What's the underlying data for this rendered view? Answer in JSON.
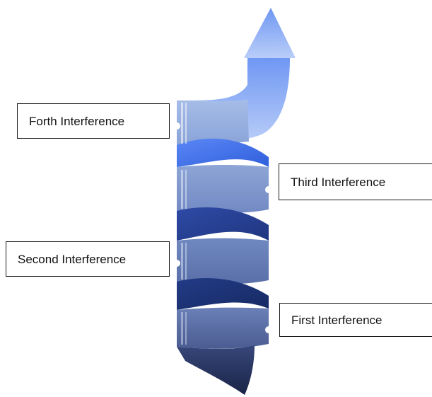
{
  "diagram": {
    "labels": [
      {
        "id": "forth",
        "text": "Forth Interference"
      },
      {
        "id": "third",
        "text": "Third Interference"
      },
      {
        "id": "second",
        "text": "Second Interference"
      },
      {
        "id": "first",
        "text": "First Interference"
      }
    ],
    "colors": {
      "top_light": "#a9c2f6",
      "upper_band": "#3a6ee6",
      "mid_band": "#26439a",
      "lower_band": "#1a2f72",
      "bottom_dark": "#1f2a4c",
      "box_border": "#1a1a1a"
    }
  }
}
